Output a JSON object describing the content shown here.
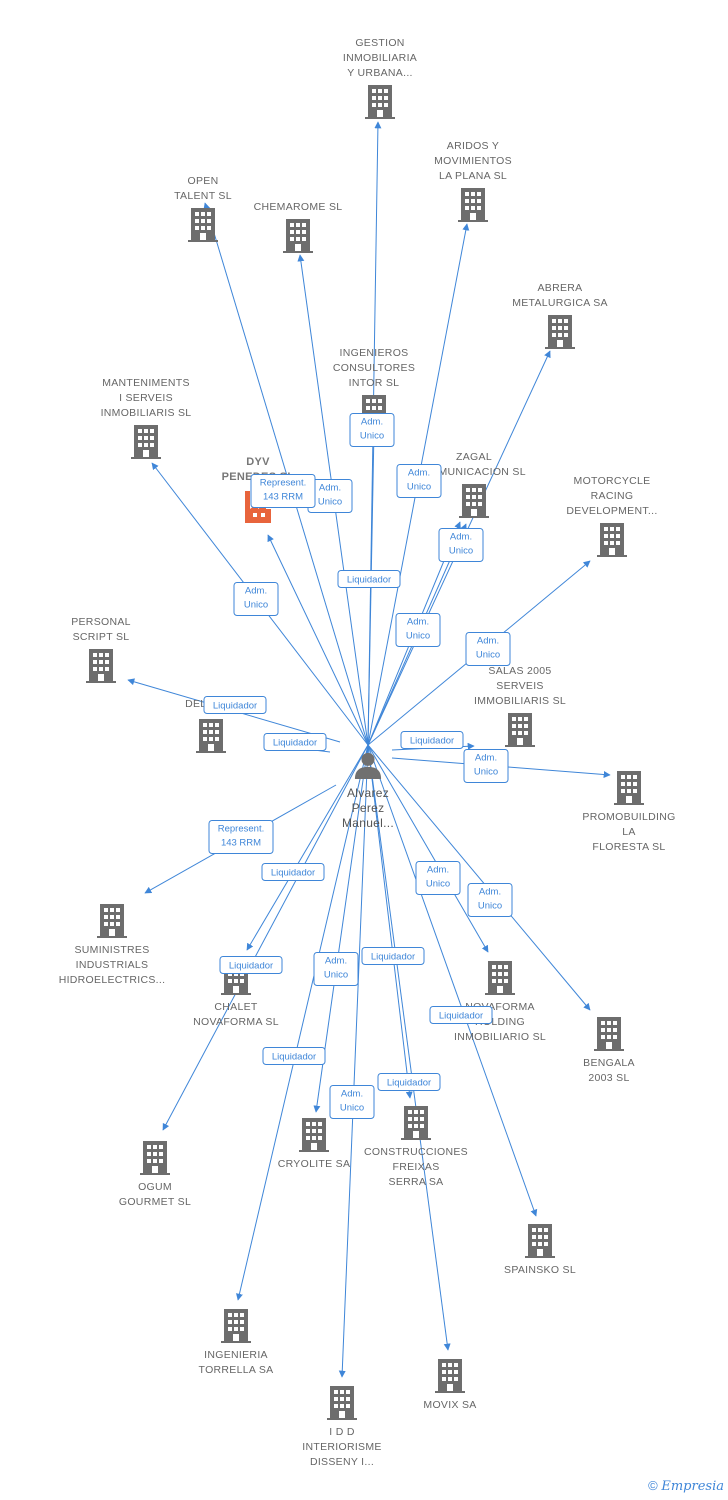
{
  "colors": {
    "edge": "#3f86d8",
    "building": "#6d6d6d",
    "highlight": "#e8643c",
    "person": "#707070"
  },
  "center": {
    "id": "person",
    "label": [
      "Alvarez",
      "Perez",
      "Manuel..."
    ]
  },
  "nodes": [
    {
      "id": "gestion",
      "label": [
        "GESTION",
        "INMOBILIARIA",
        "Y URBANA..."
      ]
    },
    {
      "id": "aridos",
      "label": [
        "ARIDOS Y",
        "MOVIMIENTOS",
        "LA PLANA SL"
      ]
    },
    {
      "id": "open",
      "label": [
        "OPEN",
        "TALENT SL"
      ]
    },
    {
      "id": "chemarome",
      "label": [
        "CHEMAROME SL"
      ]
    },
    {
      "id": "abrera",
      "label": [
        "ABRERA",
        "METALURGICA SA"
      ]
    },
    {
      "id": "ingenieros",
      "label": [
        "INGENIEROS",
        "CONSULTORES",
        "INTOR SL"
      ]
    },
    {
      "id": "manteniments",
      "label": [
        "MANTENIMENTS",
        "I SERVEIS",
        "INMOBILIARIS SL"
      ]
    },
    {
      "id": "dyv",
      "label": [
        "DYV",
        "PENEDES SL"
      ]
    },
    {
      "id": "zagal",
      "label": [
        "ZAGAL",
        "COMUNICACION SL"
      ]
    },
    {
      "id": "motorcycle",
      "label": [
        "MOTORCYCLE",
        "RACING",
        "DEVELOPMENT..."
      ]
    },
    {
      "id": "personal",
      "label": [
        "PERSONAL",
        "SCRIPT SL"
      ]
    },
    {
      "id": "salas",
      "label": [
        "SALAS 2005",
        "SERVEIS",
        "IMMOBILIARIS SL"
      ]
    },
    {
      "id": "delian",
      "label": [
        "DELIAN"
      ]
    },
    {
      "id": "promobuilding",
      "label": [
        "PROMOBUILDING",
        "LA",
        "FLORESTA SL"
      ]
    },
    {
      "id": "suministres",
      "label": [
        "SUMINISTRES",
        "INDUSTRIALS",
        "HIDROELECTRICS..."
      ]
    },
    {
      "id": "chalet",
      "label": [
        "CHALET",
        "NOVAFORMA SL"
      ]
    },
    {
      "id": "novaforma",
      "label": [
        "NOVAFORMA",
        "HOLDING",
        "INMOBILIARIO SL"
      ]
    },
    {
      "id": "bengala",
      "label": [
        "BENGALA",
        "2003 SL"
      ]
    },
    {
      "id": "ogum",
      "label": [
        "OGUM",
        "GOURMET SL"
      ]
    },
    {
      "id": "cryolite",
      "label": [
        "CRYOLITE SA"
      ]
    },
    {
      "id": "construcciones",
      "label": [
        "CONSTRUCCIONES",
        "FREIXAS",
        "SERRA SA"
      ]
    },
    {
      "id": "spainsko",
      "label": [
        "SPAINSKO SL"
      ]
    },
    {
      "id": "ingenieria",
      "label": [
        "INGENIERIA",
        "TORRELLA SA"
      ]
    },
    {
      "id": "movix",
      "label": [
        "MOVIX SA"
      ]
    },
    {
      "id": "idd",
      "label": [
        "I D D",
        "INTERIORISME",
        "DISSENY I..."
      ]
    }
  ],
  "edges": [
    {
      "to": "gestion",
      "label": []
    },
    {
      "to": "aridos",
      "label": [
        "Adm.",
        "Unico"
      ]
    },
    {
      "to": "open",
      "label": [
        "Adm.",
        "Unico"
      ]
    },
    {
      "to": "chemarome",
      "label": [
        "Adm.",
        "Unico"
      ]
    },
    {
      "to": "abrera",
      "label": [
        "Adm.",
        "Unico"
      ]
    },
    {
      "to": "ingenieros",
      "label": [
        "Adm.",
        "Unico"
      ]
    },
    {
      "to": "manteniments",
      "label": [
        "Adm.",
        "Unico"
      ]
    },
    {
      "to": "dyv",
      "label": [
        "Represent.",
        "143 RRM"
      ]
    },
    {
      "to": "zagal",
      "label": [
        "Liquidador"
      ]
    },
    {
      "to": "zagal2",
      "label": [
        "Adm.",
        "Unico"
      ]
    },
    {
      "to": "motorcycle",
      "label": [
        "Adm.",
        "Unico"
      ]
    },
    {
      "to": "personal",
      "label": [
        "Liquidador"
      ]
    },
    {
      "to": "delian",
      "label": [
        "Liquidador"
      ]
    },
    {
      "to": "salas",
      "label": [
        "Liquidador"
      ]
    },
    {
      "to": "promobuilding",
      "label": [
        "Adm.",
        "Unico"
      ]
    },
    {
      "to": "suministres",
      "label": [
        "Represent.",
        "143 RRM"
      ]
    },
    {
      "to": "chalet",
      "label": [
        "Liquidador"
      ]
    },
    {
      "to": "novaforma",
      "label": [
        "Adm.",
        "Unico"
      ]
    },
    {
      "to": "bengala",
      "label": [
        "Adm.",
        "Unico"
      ]
    },
    {
      "to": "ogum",
      "label": [
        "Liquidador"
      ]
    },
    {
      "to": "cryolite",
      "label": [
        "Adm.",
        "Unico"
      ]
    },
    {
      "to": "construcciones",
      "label": [
        "Liquidador"
      ]
    },
    {
      "to": "spainsko",
      "label": [
        "Liquidador"
      ]
    },
    {
      "to": "ingenieria",
      "label": [
        "Liquidador"
      ]
    },
    {
      "to": "movix",
      "label": [
        "Liquidador"
      ]
    },
    {
      "to": "idd",
      "label": [
        "Adm.",
        "Unico"
      ]
    }
  ],
  "footer": {
    "copyright": "©",
    "brand": "Empresia"
  }
}
